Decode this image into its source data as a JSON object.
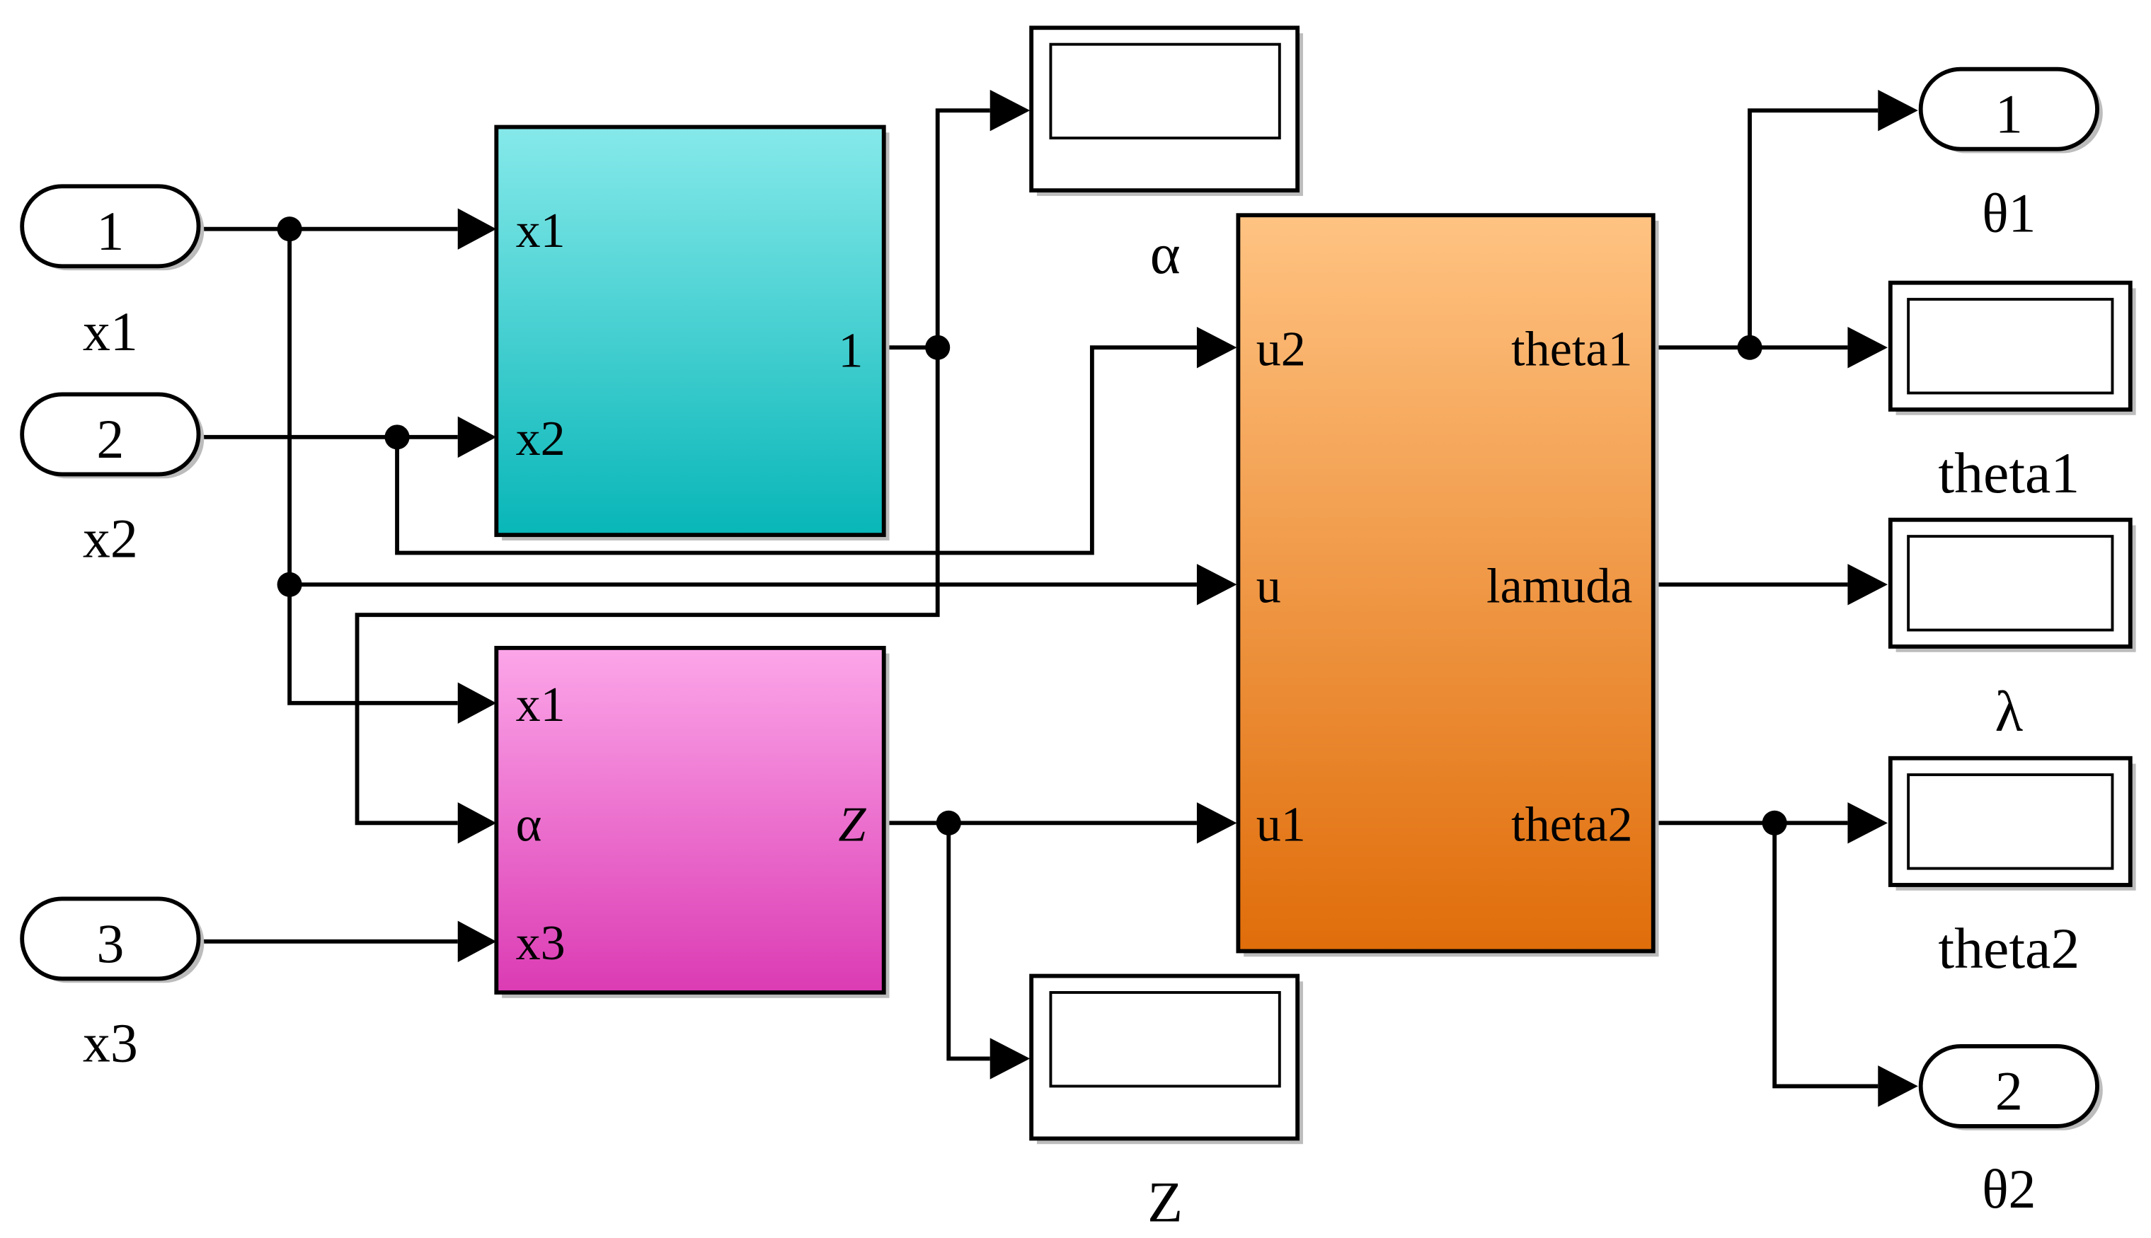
{
  "inports": [
    {
      "number": "1",
      "label": "x1"
    },
    {
      "number": "2",
      "label": "x2"
    },
    {
      "number": "3",
      "label": "x3"
    }
  ],
  "outports": [
    {
      "number": "1",
      "label": "θ1"
    },
    {
      "number": "2",
      "label": "θ2"
    }
  ],
  "subsystems": {
    "cyan": {
      "inputs": [
        "x1",
        "x2"
      ],
      "output": "1",
      "gradient": [
        "#86e9ea",
        "#08b6b8"
      ]
    },
    "magenta": {
      "inputs": [
        "x1",
        "α",
        "x3"
      ],
      "output": "Z",
      "gradient": [
        "#fca6e9",
        "#db3bb3"
      ]
    },
    "orange": {
      "inputs": [
        "u2",
        "u",
        "u1"
      ],
      "outputs": [
        "theta1",
        "lamuda",
        "theta2"
      ],
      "gradient": [
        "#ffc382",
        "#e06d0a"
      ]
    }
  },
  "displays": [
    {
      "label": "α"
    },
    {
      "label": "Z"
    },
    {
      "label": "theta1"
    },
    {
      "label": "λ"
    },
    {
      "label": "theta2"
    }
  ]
}
